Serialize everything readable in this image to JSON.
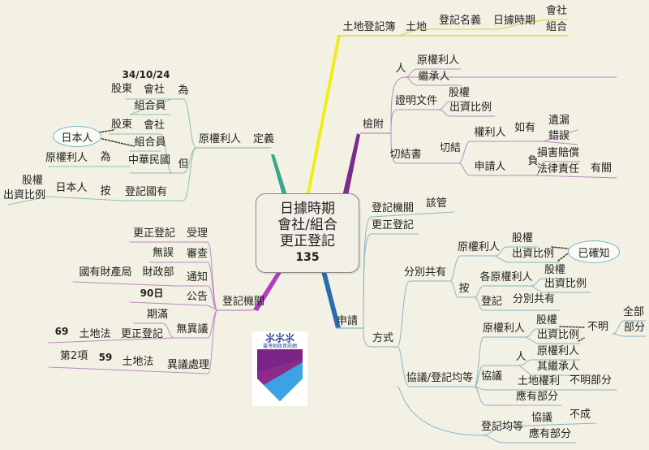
{
  "center": {
    "line1": "日據時期",
    "line2": "會社/組合",
    "line3": "更正登記",
    "number": "135"
  },
  "right_top": {
    "land_register_book": "土地登記簿",
    "land": "土地",
    "registered_name": "登記名義",
    "japanese_period": "日據時期",
    "company": "會社",
    "association": "組合"
  },
  "attachments": {
    "label": "檢附",
    "person": "人",
    "original_right_holder": "原權利人",
    "heir": "繼承人",
    "proof_docs": "證明文件",
    "shares": "股權",
    "capital_ratio": "出資比例",
    "affidavit": "切結書",
    "affirm": "切結",
    "right_holder": "權利人",
    "if_any": "如有",
    "omission": "遺漏",
    "error": "錯誤",
    "applicant": "申請人",
    "bear": "負",
    "damages": "損害賠償",
    "legal_liability": "法律責任",
    "relevant": "有關"
  },
  "definition": {
    "label": "定義",
    "original_right_holder": "原權利人",
    "is": "為",
    "date": "34/10/24",
    "shareholder": "股東",
    "company": "會社",
    "member": "組合員",
    "but": "但",
    "japanese": "日本人",
    "shareholder2": "股東",
    "company2": "會社",
    "member2": "組合員",
    "orig_holder2": "原權利人",
    "is2": "為",
    "roc": "中華民國",
    "shares": "股權",
    "capital_ratio": "出資比例",
    "japanese2": "日本人",
    "by": "按",
    "state_owned": "登記國有"
  },
  "authority": {
    "label": "登記機關",
    "correction_reg": "更正登記",
    "accept": "受理",
    "no_error": "無誤",
    "review": "審查",
    "national_property": "國有財產局",
    "ministry_finance": "財政部",
    "notify": "通知",
    "days90": "90日",
    "announce": "公告",
    "expire": "期滿",
    "correction_reg2": "更正登記",
    "land_law1": "土地法",
    "num69": "69",
    "no_objection": "無異議",
    "item2": "第2項",
    "num59": "59",
    "land_law2": "土地法",
    "objection": "異議處理"
  },
  "application": {
    "label": "申請",
    "reg_authority": "登記機關",
    "jurisdiction": "該管",
    "correction_reg": "更正登記",
    "method": "方式",
    "separate": "分別共有",
    "orig_holder": "原權利人",
    "shares": "股權",
    "capital_ratio": "出資比例",
    "confirmed": "已確知",
    "by": "按",
    "each_holder": "各原權利人",
    "shares2": "股權",
    "capital_ratio2": "出資比例",
    "register": "登記",
    "separate2": "分別共有",
    "negotiate": "協議/登記均等",
    "orig_holder2": "原權利人",
    "shares3": "股權",
    "capital_ratio3": "出資比例",
    "unknown": "不明",
    "all": "全部",
    "part": "部分",
    "agreement": "協議",
    "person": "人",
    "orig_holder3": "原權利人",
    "heirs": "其繼承人",
    "land_right": "土地權利",
    "unknown_part": "不明部分",
    "due_part": "應有部分",
    "equal_reg": "登記均等",
    "agreement2": "協議",
    "failed": "不成",
    "due_part2": "應有部分"
  },
  "logo": {
    "caption": "臺灣地政資訊網"
  },
  "colors": {
    "yellow": "#f2ec16",
    "purple": "#7a2b8c",
    "magenta": "#b43ac4",
    "teal": "#3aa68c",
    "green": "#5a9a3a",
    "blue": "#2a6cb0",
    "branch": "#7bb69a"
  }
}
